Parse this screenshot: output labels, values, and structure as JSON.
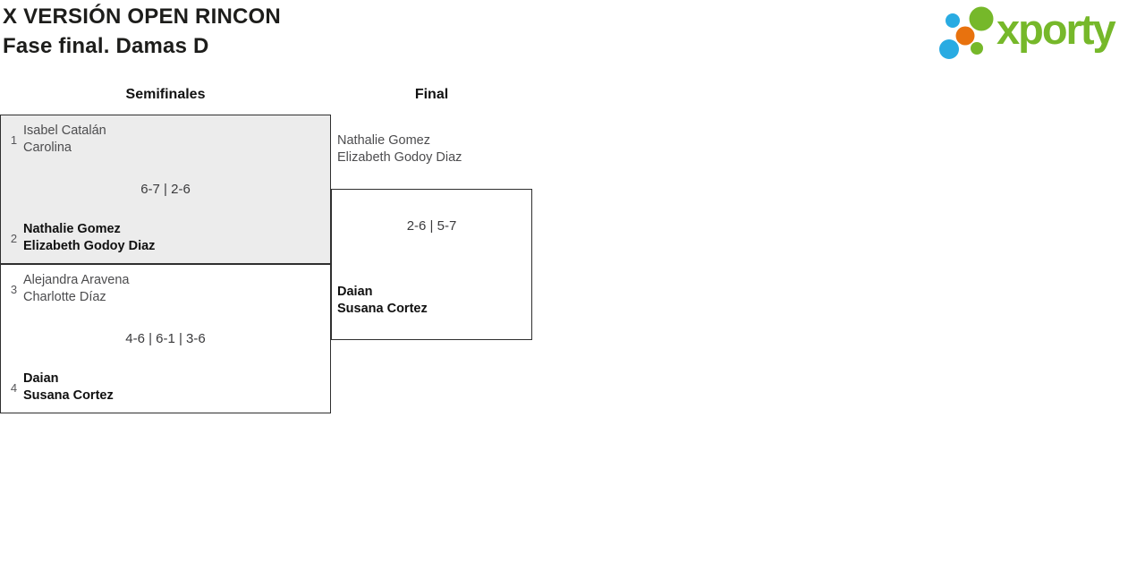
{
  "header": {
    "title_line1": "X VERSIÓN OPEN RINCON",
    "title_line2": "Fase final. Damas D"
  },
  "logo": {
    "wordmark": "xporty",
    "colors": {
      "green": "#76b82a",
      "blue": "#29abe2",
      "orange": "#e8720e"
    }
  },
  "bracket": {
    "highlight_box_color": "#ececec",
    "rounds": [
      {
        "label": "Semifinales"
      },
      {
        "label": "Final"
      }
    ],
    "matches": [
      {
        "round": "Semifinales",
        "score": "6-7 | 2-6",
        "teams": [
          {
            "seed": "1",
            "players": [
              "Isabel Catalán",
              "Carolina"
            ],
            "winner": false
          },
          {
            "seed": "2",
            "players": [
              "Nathalie Gomez",
              "Elizabeth Godoy Diaz"
            ],
            "winner": true
          }
        ]
      },
      {
        "round": "Semifinales",
        "score": "4-6 | 6-1 | 3-6",
        "teams": [
          {
            "seed": "3",
            "players": [
              "Alejandra Aravena",
              "Charlotte Díaz"
            ],
            "winner": false
          },
          {
            "seed": "4",
            "players": [
              "Daian",
              "Susana Cortez"
            ],
            "winner": true
          }
        ]
      },
      {
        "round": "Final",
        "score": "2-6 | 5-7",
        "teams": [
          {
            "players": [
              "Nathalie Gomez",
              "Elizabeth Godoy Diaz"
            ],
            "winner": false
          },
          {
            "players": [
              "Daian",
              "Susana Cortez"
            ],
            "winner": true
          }
        ]
      }
    ]
  }
}
